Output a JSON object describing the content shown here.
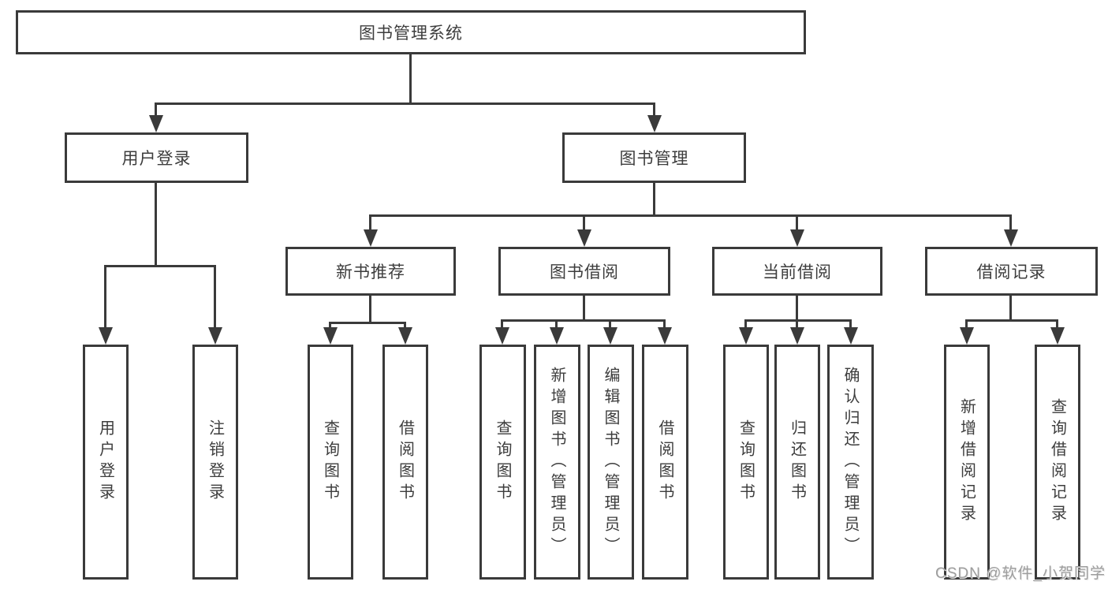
{
  "colors": {
    "line": "#3a3a3a",
    "text": "#3d3d3d",
    "watermark": "#9d9d9d",
    "background": "#ffffff"
  },
  "watermark": {
    "text": "CSDN @软件_小贺同学"
  },
  "tree": {
    "root": {
      "label": "图书管理系统"
    },
    "children": [
      {
        "label": "用户登录",
        "children": [
          {
            "label": "用户登录"
          },
          {
            "label": "注销登录"
          }
        ]
      },
      {
        "label": "图书管理",
        "children": [
          {
            "label": "新书推荐",
            "children": [
              {
                "label": "查询图书"
              },
              {
                "label": "借阅图书"
              }
            ]
          },
          {
            "label": "图书借阅",
            "children": [
              {
                "label": "查询图书"
              },
              {
                "label": "新增图书（管理员）"
              },
              {
                "label": "编辑图书（管理员）"
              },
              {
                "label": "借阅图书"
              }
            ]
          },
          {
            "label": "当前借阅",
            "children": [
              {
                "label": "查询图书"
              },
              {
                "label": "归还图书"
              },
              {
                "label": "确认归还（管理员）"
              }
            ]
          },
          {
            "label": "借阅记录",
            "children": [
              {
                "label": "新增借阅记录"
              },
              {
                "label": "查询借阅记录"
              }
            ]
          }
        ]
      }
    ]
  }
}
